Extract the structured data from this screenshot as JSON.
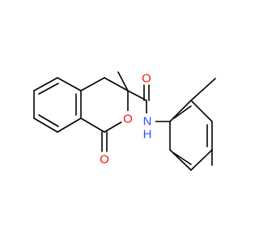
{
  "molecule": {
    "atom_labels": {
      "ring_oxygen": "O",
      "lactone_carbonyl_oxygen": "O",
      "amide_carbonyl_oxygen": "O",
      "amide_nitrogen": "N",
      "amide_hydrogen": "H"
    },
    "colors": {
      "bond": "#000000",
      "oxygen": "#ff0d0d",
      "nitrogen": "#3050f8",
      "hydrogen": "#3050f8"
    }
  }
}
